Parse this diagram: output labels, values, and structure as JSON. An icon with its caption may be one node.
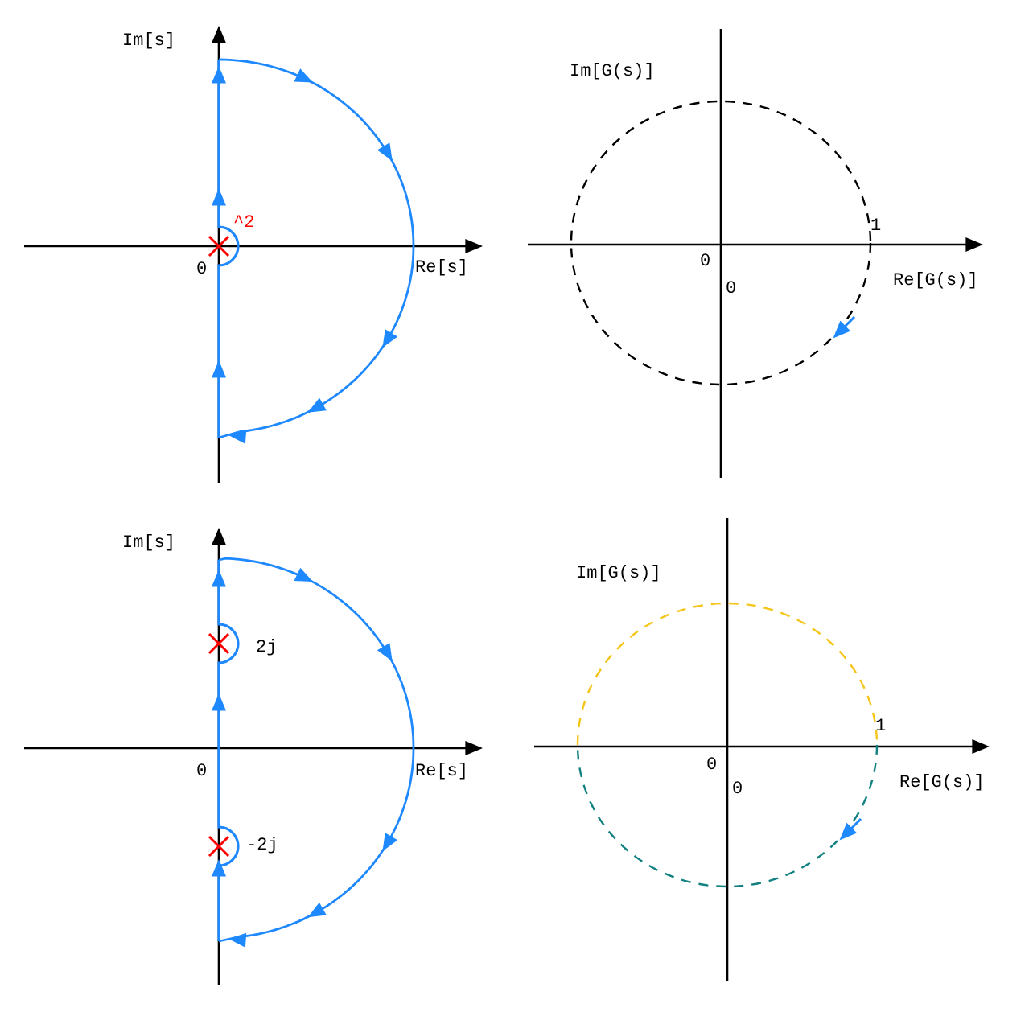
{
  "diagram": {
    "labels": [
      "Im[s]",
      "^2",
      "0",
      "Re[s]",
      "Im[G(s)]",
      "1",
      "0",
      "0",
      "Re[G(s)]",
      "Im[s]",
      "2j",
      "0",
      "Re[s]",
      "-2j",
      "Im[G(s)]",
      "1",
      "0",
      "0",
      "Re[G(s)]"
    ]
  }
}
